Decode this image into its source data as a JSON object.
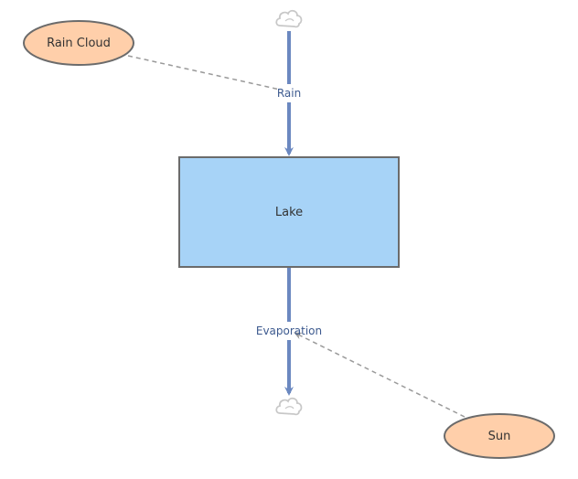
{
  "colors": {
    "stock_fill": "#a7d3f7",
    "stock_stroke": "#6b6b6b",
    "variable_fill": "#ffcfaa",
    "variable_stroke": "#6b6b6b",
    "flow_stroke": "#6b88c0",
    "link_stroke": "#9a9a9a",
    "cloud_stroke": "#c8c8c8",
    "flow_label": "#3d5a8f"
  },
  "nodes": {
    "rain_cloud": {
      "label": "Rain Cloud",
      "shape": "ellipse"
    },
    "lake": {
      "label": "Lake",
      "shape": "rectangle"
    },
    "sun": {
      "label": "Sun",
      "shape": "ellipse"
    }
  },
  "flows": {
    "rain": {
      "label": "Rain",
      "from": "cloud-source",
      "to": "Lake"
    },
    "evaporation": {
      "label": "Evaporation",
      "from": "Lake",
      "to": "cloud-sink"
    }
  },
  "links": [
    {
      "from": "Rain Cloud",
      "to": "Rain",
      "style": "dashed"
    },
    {
      "from": "Sun",
      "to": "Evaporation",
      "style": "dashed"
    }
  ],
  "icons": {
    "source": "cloud-icon",
    "sink": "cloud-icon"
  }
}
